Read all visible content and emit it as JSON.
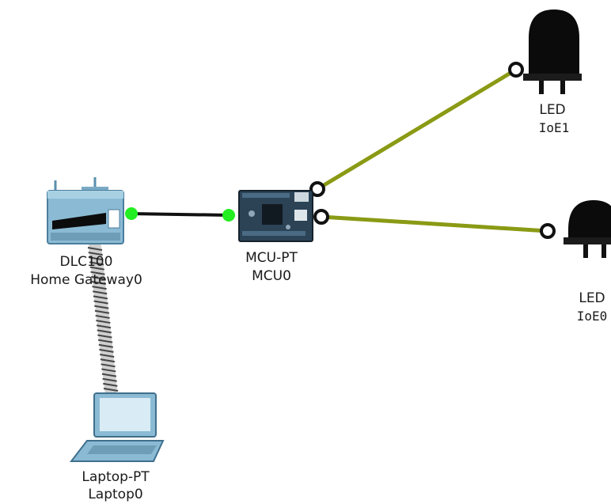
{
  "devices": {
    "gateway": {
      "model": "DLC100",
      "name": "Home Gateway0"
    },
    "mcu": {
      "model": "MCU-PT",
      "name": "MCU0"
    },
    "led1": {
      "model": "LED",
      "name": "IoE1"
    },
    "led0": {
      "model": "LED",
      "name": "IoE0"
    },
    "laptop": {
      "model": "Laptop-PT",
      "name": "Laptop0"
    }
  },
  "colors": {
    "ethernet_cable": "#111111",
    "io_cable": "#8a9a14",
    "link_up_dot": "#22ee22",
    "io_port_ring": "#111111"
  },
  "icons": {
    "gateway": "home-gateway-icon",
    "mcu": "microcontroller-board-icon",
    "led": "led-bulb-icon",
    "laptop": "laptop-icon"
  }
}
